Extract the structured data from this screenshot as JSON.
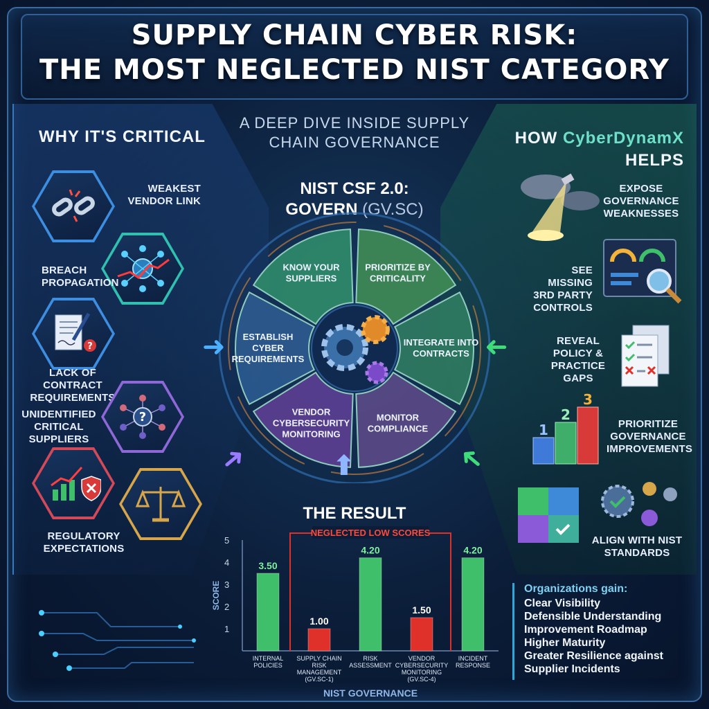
{
  "header": {
    "title_line1": "SUPPLY CHAIN CYBER RISK:",
    "title_line2": "THE MOST NEGLECTED NIST CATEGORY",
    "subtitle_line1": "A DEEP DIVE INSIDE SUPPLY",
    "subtitle_line2": "CHAIN GOVERNANCE"
  },
  "left_panel": {
    "heading": "WHY IT'S CRITICAL",
    "items": [
      {
        "label": "WEAKEST VENDOR LINK",
        "icon": "broken-chain-icon"
      },
      {
        "label": "BREACH PROPAGATION",
        "icon": "network-globe-icon"
      },
      {
        "label": "LACK OF CONTRACT REQUIREMENTS",
        "icon": "contract-icon"
      },
      {
        "label": "UNIDENTIFIED CRITICAL SUPPLIERS",
        "icon": "question-network-icon"
      },
      {
        "label": "REGULATORY EXPECTATIONS",
        "icon": "scales-icon"
      }
    ]
  },
  "right_panel": {
    "heading_prefix": "HOW",
    "heading_brand": "CyberDynamX",
    "heading_suffix": "HELPS",
    "items": [
      {
        "label": "EXPOSE GOVERNANCE WEAKNESSES",
        "icon": "spotlight-icon"
      },
      {
        "label": "SEE MISSING 3RD PARTY CONTROLS",
        "icon": "dashboard-magnifier-icon"
      },
      {
        "label": "REVEAL POLICY & PRACTICE GAPS",
        "icon": "checklist-icon"
      },
      {
        "label": "PRIORITIZE GOVERNANCE IMPROVEMENTS",
        "icon": "podium-icon"
      },
      {
        "label": "ALIGN WITH NIST STANDARDS",
        "icon": "puzzle-gears-icon"
      }
    ]
  },
  "wheel": {
    "title_line1": "NIST CSF 2.0:",
    "title_line2_main": "GOVERN",
    "title_line2_sub": "(GV.SC)",
    "segments": [
      {
        "label": "KNOW YOUR SUPPLIERS",
        "color": "#2f8a6a"
      },
      {
        "label": "PRIORITIZE BY CRITICALITY",
        "color": "#3f8a55"
      },
      {
        "label": "INTEGRATE INTO CONTRACTS",
        "color": "#2f7a60"
      },
      {
        "label": "MONITOR COMPLIANCE",
        "color": "#5a4a86"
      },
      {
        "label": "VENDOR CYBERSECURITY MONITORING",
        "color": "#5b3f92"
      },
      {
        "label": "ESTABLISH CYBER REQUIREMENTS",
        "color": "#2c5a8f"
      }
    ]
  },
  "result": {
    "title": "THE RESULT",
    "callout": "NEGLECTED LOW SCORES"
  },
  "chart_data": {
    "type": "bar",
    "title": "THE RESULT",
    "xlabel": "NIST GOVERNANCE",
    "ylabel": "SCORE",
    "ylim": [
      0,
      5
    ],
    "yticks": [
      1,
      2,
      3,
      4,
      5
    ],
    "categories": [
      "INTERNAL POLICIES",
      "SUPPLY CHAIN RISK MANAGEMENT (GV.SC-1)",
      "RISK ASSESSMENT",
      "VENDOR CYBERSECURITY MONITORING (GV.SC-4)",
      "INCIDENT RESPONSE"
    ],
    "values": [
      3.5,
      1.0,
      4.2,
      1.5,
      4.2
    ],
    "value_labels": [
      "3.50",
      "1.00",
      "4.20",
      "1.50",
      "4.20"
    ],
    "colors": [
      "#3fbf6a",
      "#e0302a",
      "#3fbf6a",
      "#e0302a",
      "#3fbf6a"
    ],
    "annotation": "NEGLECTED LOW SCORES",
    "grid": false,
    "legend": "none"
  },
  "gains": {
    "heading": "Organizations gain:",
    "items": [
      "Clear Visibility",
      "Defensible Understanding",
      "Improvement Roadmap",
      "Higher Maturity",
      "Greater Resilience against",
      "Supplier Incidents"
    ]
  }
}
